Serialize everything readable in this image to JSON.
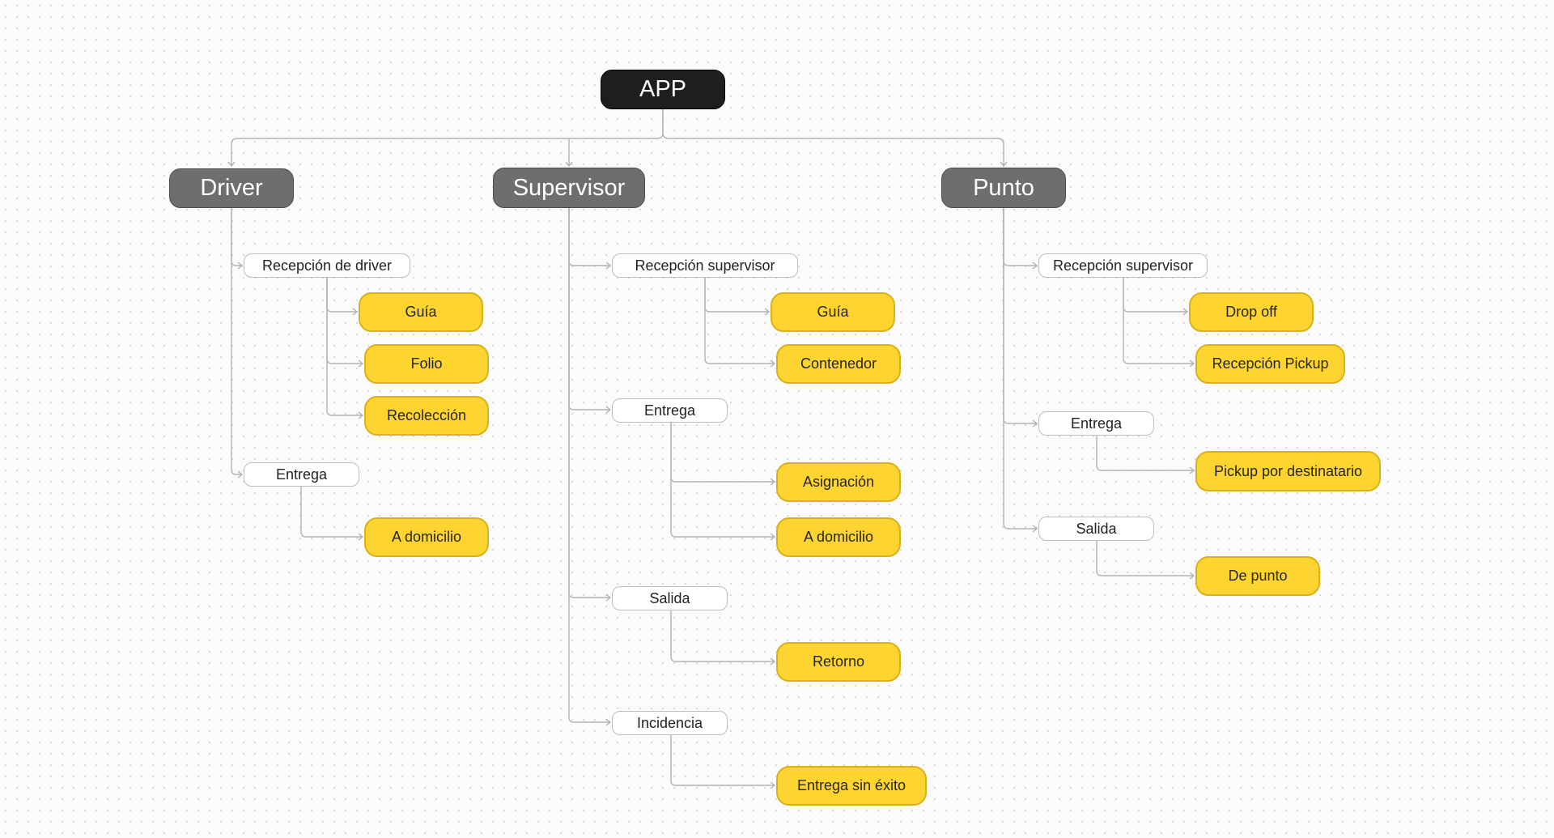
{
  "root": {
    "label": "APP"
  },
  "roles": [
    {
      "label": "Driver",
      "sections": [
        {
          "label": "Recepción de driver",
          "items": [
            "Guía",
            "Folio",
            "Recolección"
          ]
        },
        {
          "label": "Entrega",
          "items": [
            "A domicilio"
          ]
        }
      ]
    },
    {
      "label": "Supervisor",
      "sections": [
        {
          "label": "Recepción supervisor",
          "items": [
            "Guía",
            "Contenedor"
          ]
        },
        {
          "label": "Entrega",
          "items": [
            "Asignación",
            "A domicilio"
          ]
        },
        {
          "label": "Salida",
          "items": [
            "Retorno"
          ]
        },
        {
          "label": "Incidencia",
          "items": [
            "Entrega sin éxito"
          ]
        }
      ]
    },
    {
      "label": "Punto",
      "sections": [
        {
          "label": "Recepción supervisor",
          "items": [
            "Drop off",
            "Recepción Pickup"
          ]
        },
        {
          "label": "Entrega",
          "items": [
            "Pickup por destinatario"
          ]
        },
        {
          "label": "Salida",
          "items": [
            "De punto"
          ]
        }
      ]
    }
  ],
  "colors": {
    "root": "#1e1e1e",
    "role": "#6e6e6e",
    "section": "#ffffff",
    "leaf": "#fed430",
    "connector": "#b3b3b3"
  }
}
